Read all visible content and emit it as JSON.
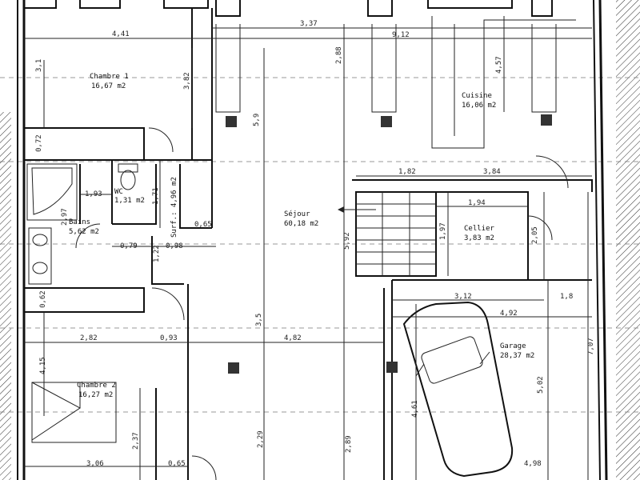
{
  "rooms": [
    {
      "id": "chambre1",
      "name": "Chambre 1",
      "area": "16,67 m2"
    },
    {
      "id": "wc",
      "name": "WC",
      "area": "1,31 m2"
    },
    {
      "id": "bains",
      "name": "Bains",
      "area": "5,62 m2"
    },
    {
      "id": "surf",
      "name": "Surf.: 4,96 m2"
    },
    {
      "id": "sejour",
      "name": "Séjour",
      "area": "60,18 m2"
    },
    {
      "id": "cuisine",
      "name": "Cuisine",
      "area": "16,06 m2"
    },
    {
      "id": "cellier",
      "name": "Cellier",
      "area": "3,83 m2"
    },
    {
      "id": "garage",
      "name": "Garage",
      "area": "28,37 m2"
    },
    {
      "id": "chambre2",
      "name": "Chambre 2",
      "area": "16,27 m2"
    }
  ],
  "dimensions": [
    "4,41",
    "3,37",
    "9,12",
    "3,1",
    "3,82",
    "2,88",
    "5,9",
    "4,57",
    "0,72",
    "1,82",
    "3,84",
    "1,93",
    "1,71",
    "2,97",
    "0,65",
    "1,94",
    "1,97",
    "2,05",
    "0,79",
    "0,98",
    "1,22",
    "5,92",
    "0,62",
    "3,12",
    "1,8",
    "4,92",
    "2,82",
    "0,93",
    "4,82",
    "3,5",
    "7,07",
    "4,15",
    "5,02",
    "2,37",
    "2,29",
    "2,89",
    "4,61",
    "3,06",
    "0,65",
    "4,98"
  ]
}
